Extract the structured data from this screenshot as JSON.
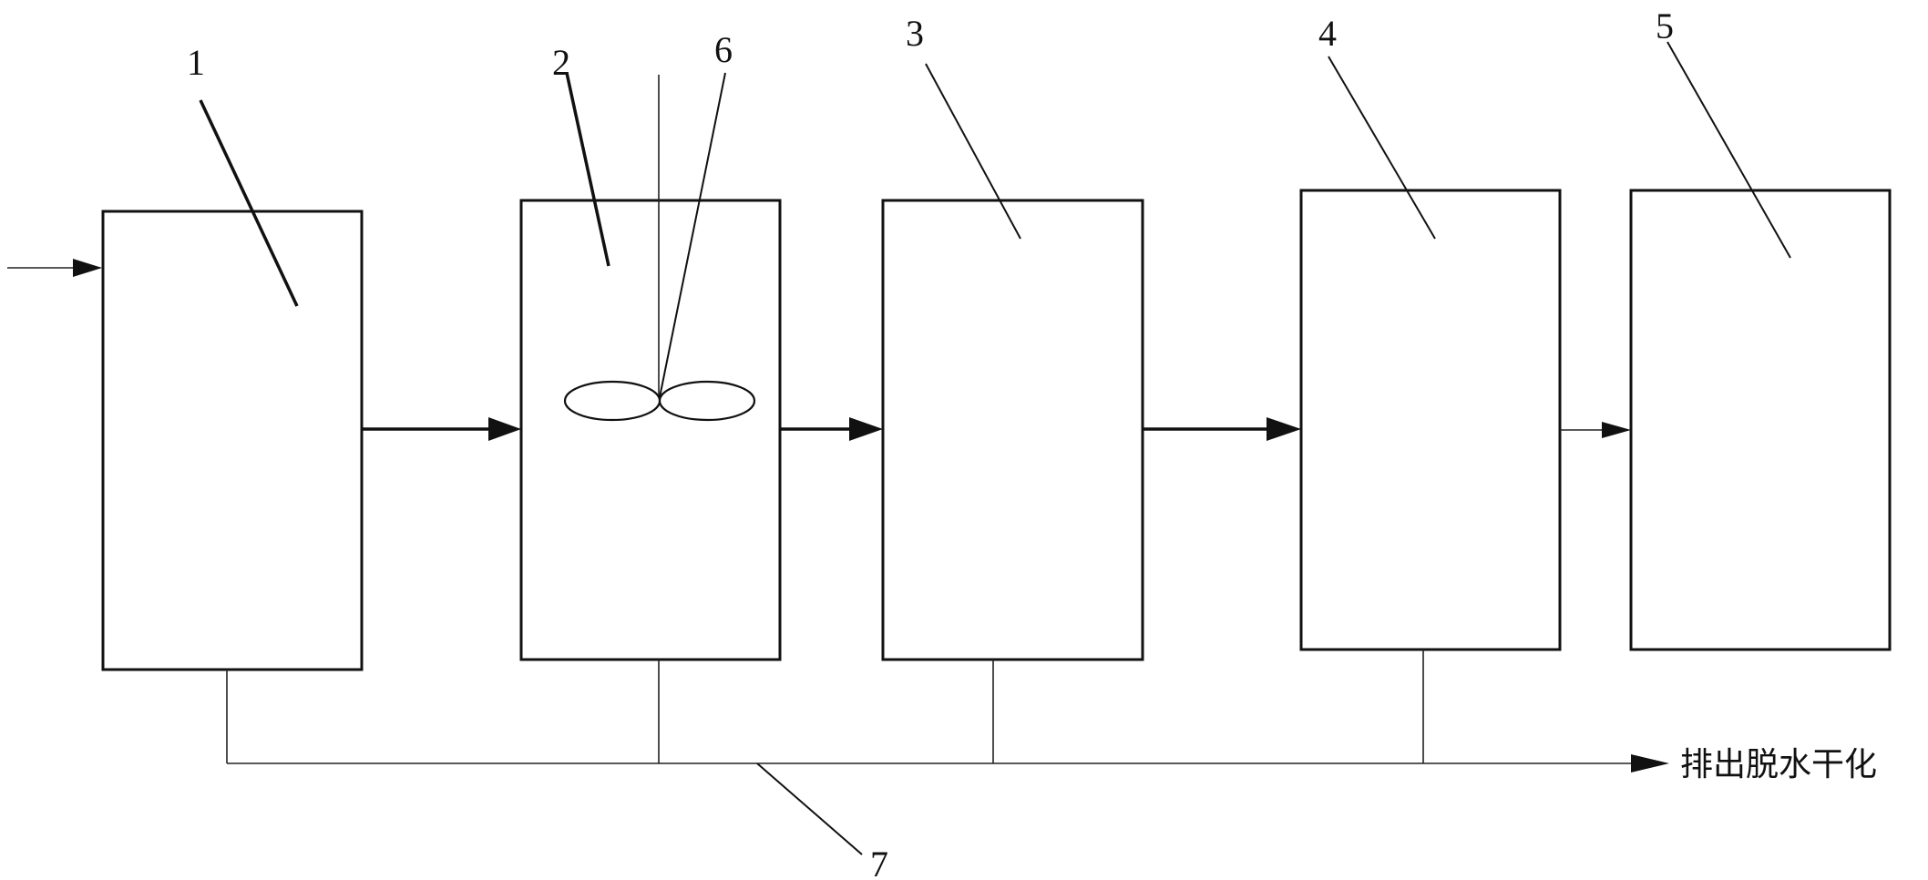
{
  "labels": {
    "tank1": "1",
    "tank2": "2",
    "tank3": "3",
    "tank4": "4",
    "tank5": "5",
    "stirrer": "6",
    "drain_pipe": "7"
  },
  "output_label": "排出脱水干化",
  "colors": {
    "stroke": "#111111",
    "background": "#ffffff"
  }
}
